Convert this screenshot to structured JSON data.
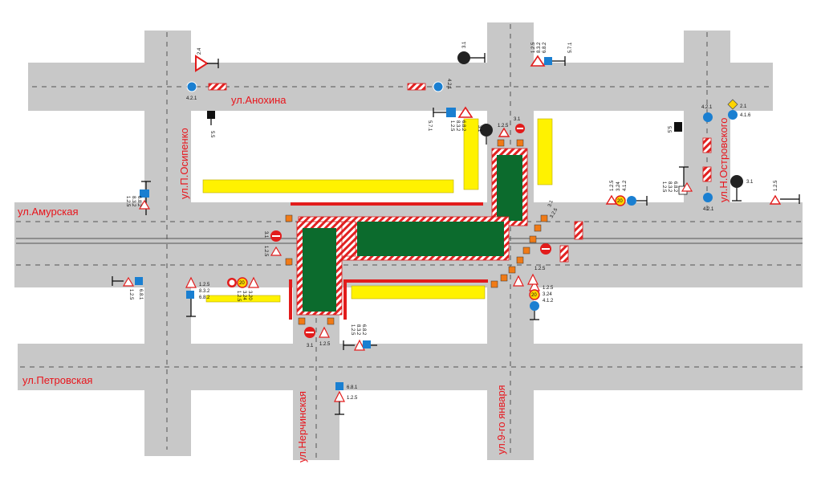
{
  "streets": {
    "anokhina": "ул.Анохина",
    "osipenko": "ул.П.Осипенко",
    "amurskaya": "ул.Амурская",
    "petrovskaya": "ул.Петровская",
    "nerchinskaya": "ул.Нерчинская",
    "yanvarya": "ул.9-го января",
    "ostrovskogo": "ул.Н.Островского"
  },
  "signs": {
    "s_2_4": "2.4",
    "s_3_1_a": "3.1",
    "s_1_2_5_a": "1.2.5",
    "s_8_3_2_a": "8.3.2",
    "s_6_8_2_a": "6.8.2",
    "s_5_7_1_a": "5.7.1",
    "s_4_2_1_a": "4.2.1",
    "s_4_2_1_b": "4.2.1",
    "s_5_5_a": "5.5",
    "s_1_2_5_b": "1.2.5",
    "s_8_3_2_b": "8.3.2",
    "s_6_8_2_b": "6.8.2",
    "s_5_7_1_b": "5.7.1",
    "s_3_1_b": "3.1",
    "s_1_2_5_c": "1.2.5",
    "s_3_1_c": "3.1",
    "s_4_2_1_c": "4.2.1",
    "s_2_1": "2.1",
    "s_4_1_6": "4.1.6",
    "s_5_5_b": "5.5",
    "s_3_1_d": "3.1",
    "s_1_2_5_d": "1.2.5",
    "s_3_24_a": "3.24",
    "s_4_1_2_a": "4.1.2",
    "s_1_2_5_e": "1.2.5",
    "s_8_3_2_c": "8.3.2",
    "s_6_8_2_c": "6.8.2",
    "s_4_2_1_d": "4.2.1",
    "s_1_2_5_f": "1.2.5",
    "s_1_2_5_g": "1.2.5",
    "s_8_3_2_d": "8.3.2",
    "s_6_8_2_d": "6.8.2",
    "s_3_1_e": "3.1",
    "s_1_2_5_h": "1.2.5",
    "s_6_8_1_a": "6.8.1",
    "s_1_2_5_i": "1.2.5",
    "s_1_2_5_j": "1.2.5",
    "s_8_3_2_e": "8.3.2",
    "s_6_8_2_e": "6.8.2",
    "s_1_2_5_k": "1.2.5",
    "s_3_24_b": "3.24",
    "s_3_20": "3.20",
    "s_3_1_f": "3.1",
    "s_1_2_5_l": "1.2.5",
    "s_1_2_5_m": "1.2.5",
    "s_8_3_2_f": "8.3.2",
    "s_6_8_2_f": "6.8.2",
    "s_6_8_1_b": "6.8.1",
    "s_1_2_5_n": "1.2.5",
    "s_1_2_5_o": "1.2.5",
    "s_3_24_c": "3.24",
    "s_4_1_2_b": "4.1.2",
    "s_3_1_g": "3.1",
    "s_1_2_5_p": "1.2.5",
    "s_3_2_5": "3.2.5",
    "s_20_a": "20",
    "s_20_b": "20",
    "s_20_c": "20"
  },
  "colors": {
    "road": "#c8c8c8",
    "label": "#e8141b",
    "zone": "#0c6b2d",
    "barrier": "#fff200",
    "fence": "#e21c1c",
    "sign_blue": "#1a7fd1"
  }
}
